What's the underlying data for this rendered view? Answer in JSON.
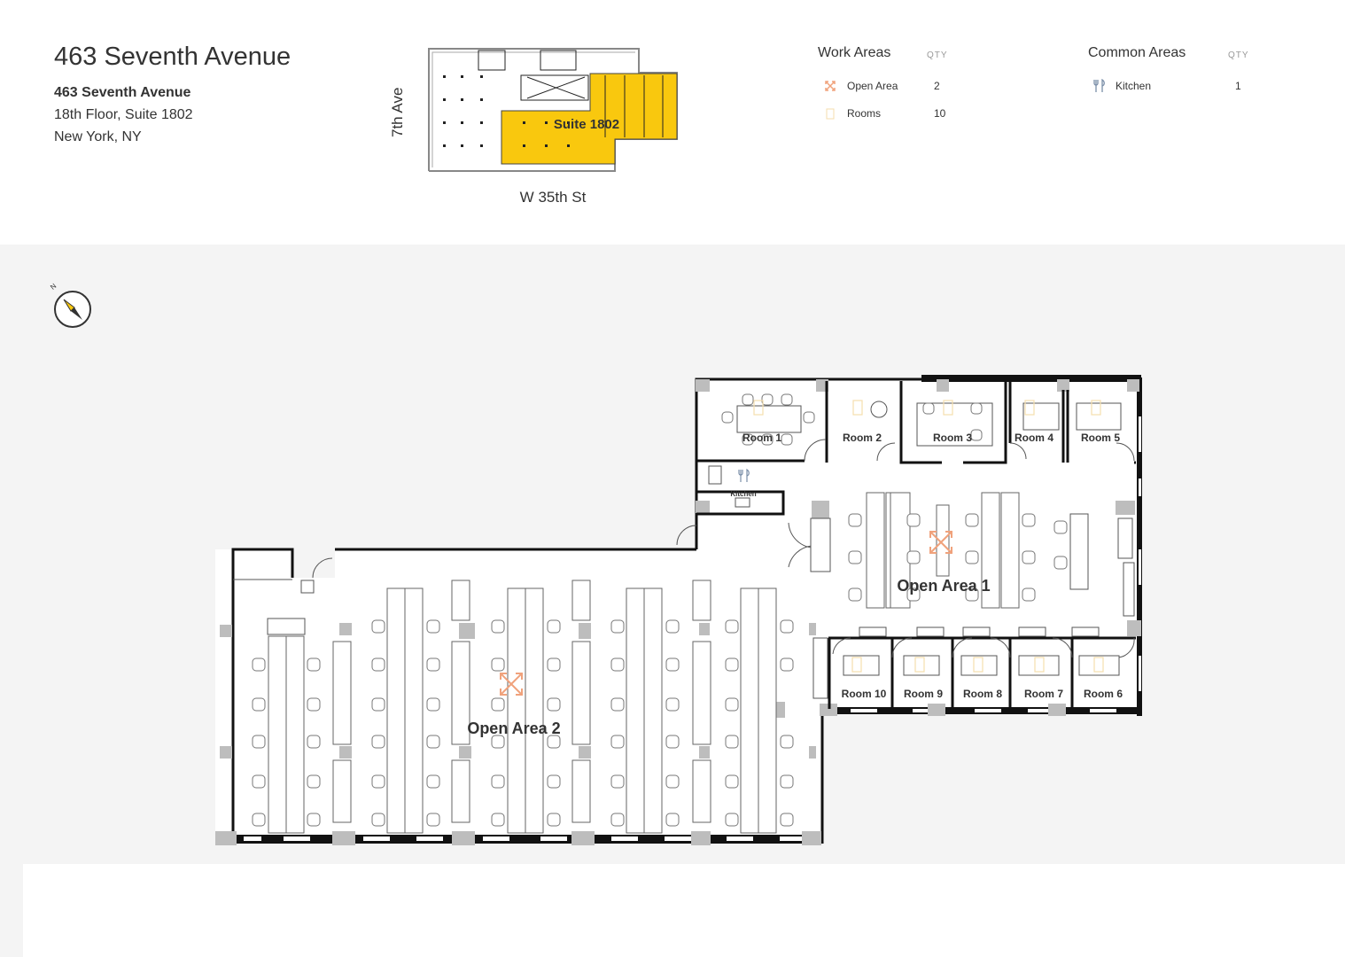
{
  "header": {
    "title": "463 Seventh Avenue",
    "address_line1": "463 Seventh Avenue",
    "address_line2": "18th Floor, Suite 1802",
    "address_line3": "New York, NY"
  },
  "keyplan": {
    "suite_label": "Suite 1802",
    "street_side": "7th Ave",
    "street_bottom": "W 35th St",
    "highlight_color": "#f9c80e"
  },
  "legend": {
    "work": {
      "heading": "Work Areas",
      "qty_label": "QTY",
      "items": [
        {
          "label": "Open Area",
          "qty": "2",
          "icon": "open-area-icon"
        },
        {
          "label": "Rooms",
          "qty": "10",
          "icon": "room-icon"
        }
      ]
    },
    "common": {
      "heading": "Common Areas",
      "qty_label": "QTY",
      "items": [
        {
          "label": "Kitchen",
          "qty": "1",
          "icon": "kitchen-icon"
        }
      ]
    }
  },
  "compass": {
    "north": "N"
  },
  "plan": {
    "rooms": [
      "Room 1",
      "Room 2",
      "Room 3",
      "Room 4",
      "Room 5",
      "Room 6",
      "Room 7",
      "Room 8",
      "Room 9",
      "Room 10"
    ],
    "kitchen": "Kitchen",
    "open_area_1": "Open Area 1",
    "open_area_2": "Open Area 2",
    "accent_color": "#f0a27c",
    "room_icon_color": "#f5deae"
  }
}
